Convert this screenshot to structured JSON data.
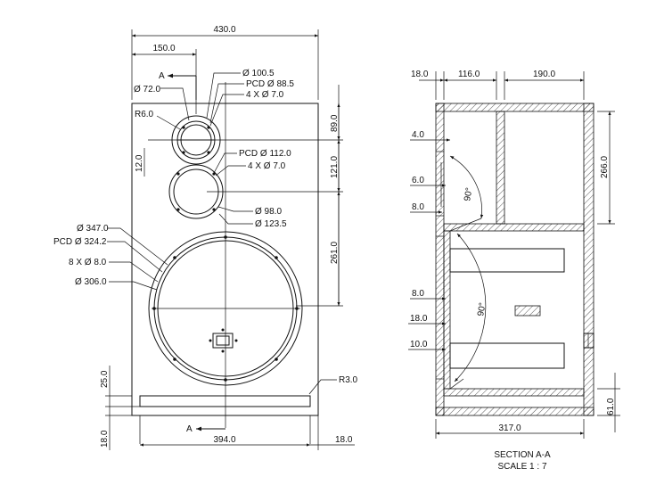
{
  "front": {
    "dims": {
      "width": "430.0",
      "offset": "150.0",
      "d72": "Ø 72.0",
      "d1005": "Ø 100.5",
      "pcd885": "PCD Ø 88.5",
      "holes4a": "4 X Ø 7.0",
      "r6": "R6.0",
      "d12": "12.0",
      "pcd112": "PCD Ø 112.0",
      "holes4b": "4 X Ø 7.0",
      "d98": "Ø 98.0",
      "d1235": "Ø 123.5",
      "d347": "Ø 347.0",
      "pcd3242": "PCD Ø 324.2",
      "holes8": "8 X Ø 8.0",
      "d306": "Ø 306.0",
      "v89": "89.0",
      "v121": "121.0",
      "v261": "261.0",
      "v25": "25.0",
      "v18": "18.0",
      "h394": "394.0",
      "h18": "18.0",
      "r3": "R3.0"
    },
    "section_marker_top": "A",
    "section_marker_bottom": "A"
  },
  "section": {
    "dims": {
      "t18": "18.0",
      "t116": "116.0",
      "t190": "190.0",
      "v266": "266.0",
      "l40": "4.0",
      "l60": "6.0",
      "l80a": "8.0",
      "l80b": "8.0",
      "l180": "18.0",
      "l100": "10.0",
      "angle1": "90°",
      "angle2": "90°",
      "v61": "61.0",
      "b317": "317.0"
    },
    "title": "SECTION A-A",
    "scale": "SCALE 1 : 7"
  }
}
